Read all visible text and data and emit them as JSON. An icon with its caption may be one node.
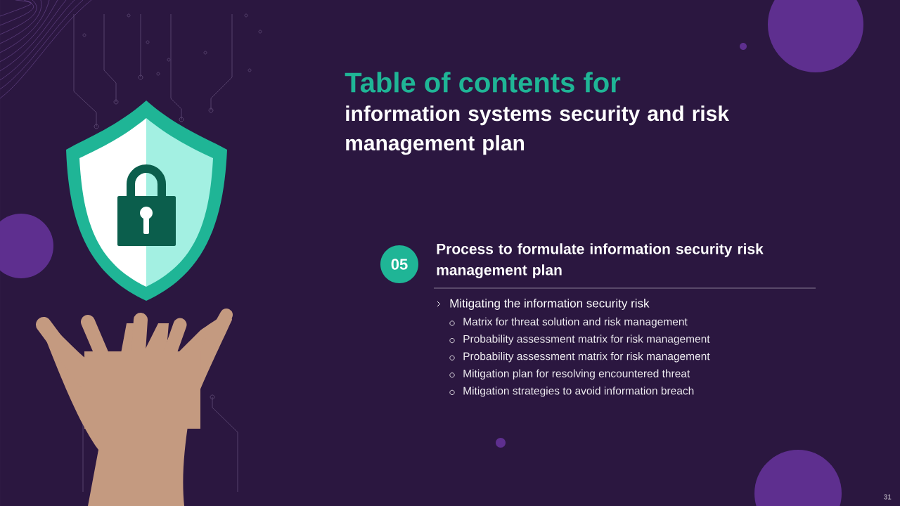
{
  "diagram": {
    "title": "Table of contents for",
    "nodes": [
      {
        "text": [
          "05"
        ],
        "beside": [
          "Process to formulate information security risk management plan"
        ]
      }
    ],
    "labels": [
      "information systems security and risk management plan",
      "Mitigating the information security risk",
      "Matrix for threat solution and risk management",
      "Probability assessment matrix for risk management",
      "Probability assessment matrix for risk management",
      "Mitigation plan for resolving encountered threat",
      "Mitigation strategies to avoid information breach",
      "31"
    ]
  }
}
